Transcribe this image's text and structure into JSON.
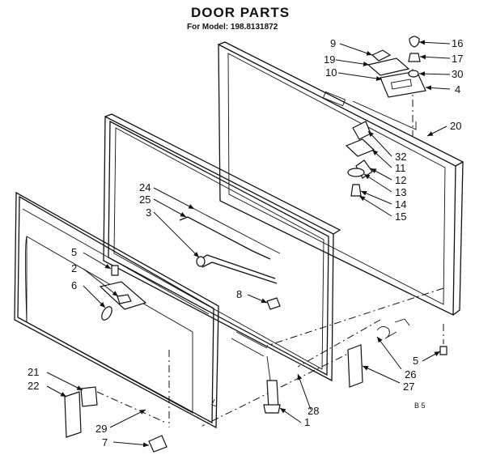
{
  "title": "DOOR PARTS",
  "subtitle": "For Model: 198.8131872",
  "footer_code": "B 5",
  "callouts": [
    "9",
    "19",
    "10",
    "16",
    "17",
    "30",
    "4",
    "20",
    "32",
    "11",
    "12",
    "13",
    "14",
    "15",
    "24",
    "25",
    "3",
    "5",
    "2",
    "6",
    "8",
    "5",
    "26",
    "27",
    "21",
    "22",
    "29",
    "7",
    "28",
    "1"
  ]
}
